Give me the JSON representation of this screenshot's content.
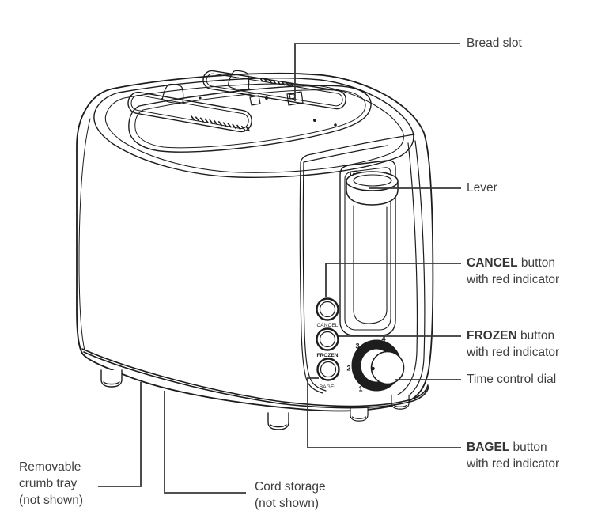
{
  "callouts": {
    "bread_slot": {
      "text": "Bread slot"
    },
    "lever": {
      "text": "Lever"
    },
    "cancel": {
      "strong": "CANCEL",
      "rest": " button",
      "line2": "with red indicator"
    },
    "frozen": {
      "strong": "FROZEN",
      "rest": " button",
      "line2": "with red indicator"
    },
    "time_dial": {
      "text": "Time control dial"
    },
    "bagel": {
      "strong": "BAGEL",
      "rest": " button",
      "line2": "with red indicator"
    },
    "crumb_tray": {
      "line1": "Removable",
      "line2": "crumb tray",
      "line3": "(not shown)"
    },
    "cord_storage": {
      "line1": "Cord storage",
      "line2": "(not shown)"
    }
  },
  "device": {
    "buttons": {
      "cancel": "CANCEL",
      "frozen": "FROZEN",
      "bagel": "BAGEL"
    },
    "dial_numbers": {
      "n1": "1",
      "n2": "2",
      "n3": "3",
      "n4": "4"
    }
  },
  "colors": {
    "line": "#1d1d1d",
    "leader": "#383838",
    "text": "#3e3e3e"
  }
}
